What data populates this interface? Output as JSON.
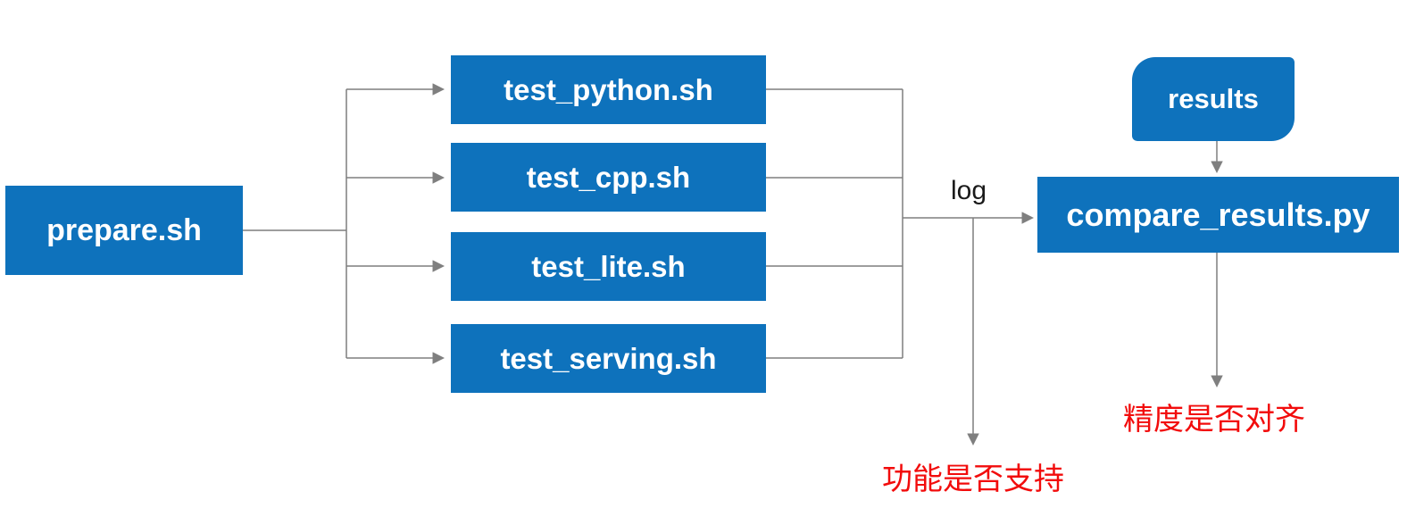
{
  "diagram": {
    "nodes": {
      "prepare": "prepare.sh",
      "test_python": "test_python.sh",
      "test_cpp": "test_cpp.sh",
      "test_lite": "test_lite.sh",
      "test_serving": "test_serving.sh",
      "results": "results",
      "compare": "compare_results.py"
    },
    "edge_labels": {
      "log": "log"
    },
    "annotations": {
      "function_support": "功能是否支持",
      "precision_alignment": "精度是否对齐"
    }
  },
  "colors": {
    "node_fill": "#0e72bc",
    "node_text": "#ffffff",
    "line": "#7f7f7f",
    "log": "#1a1a1a",
    "annotation_red": "#f20c0c"
  }
}
